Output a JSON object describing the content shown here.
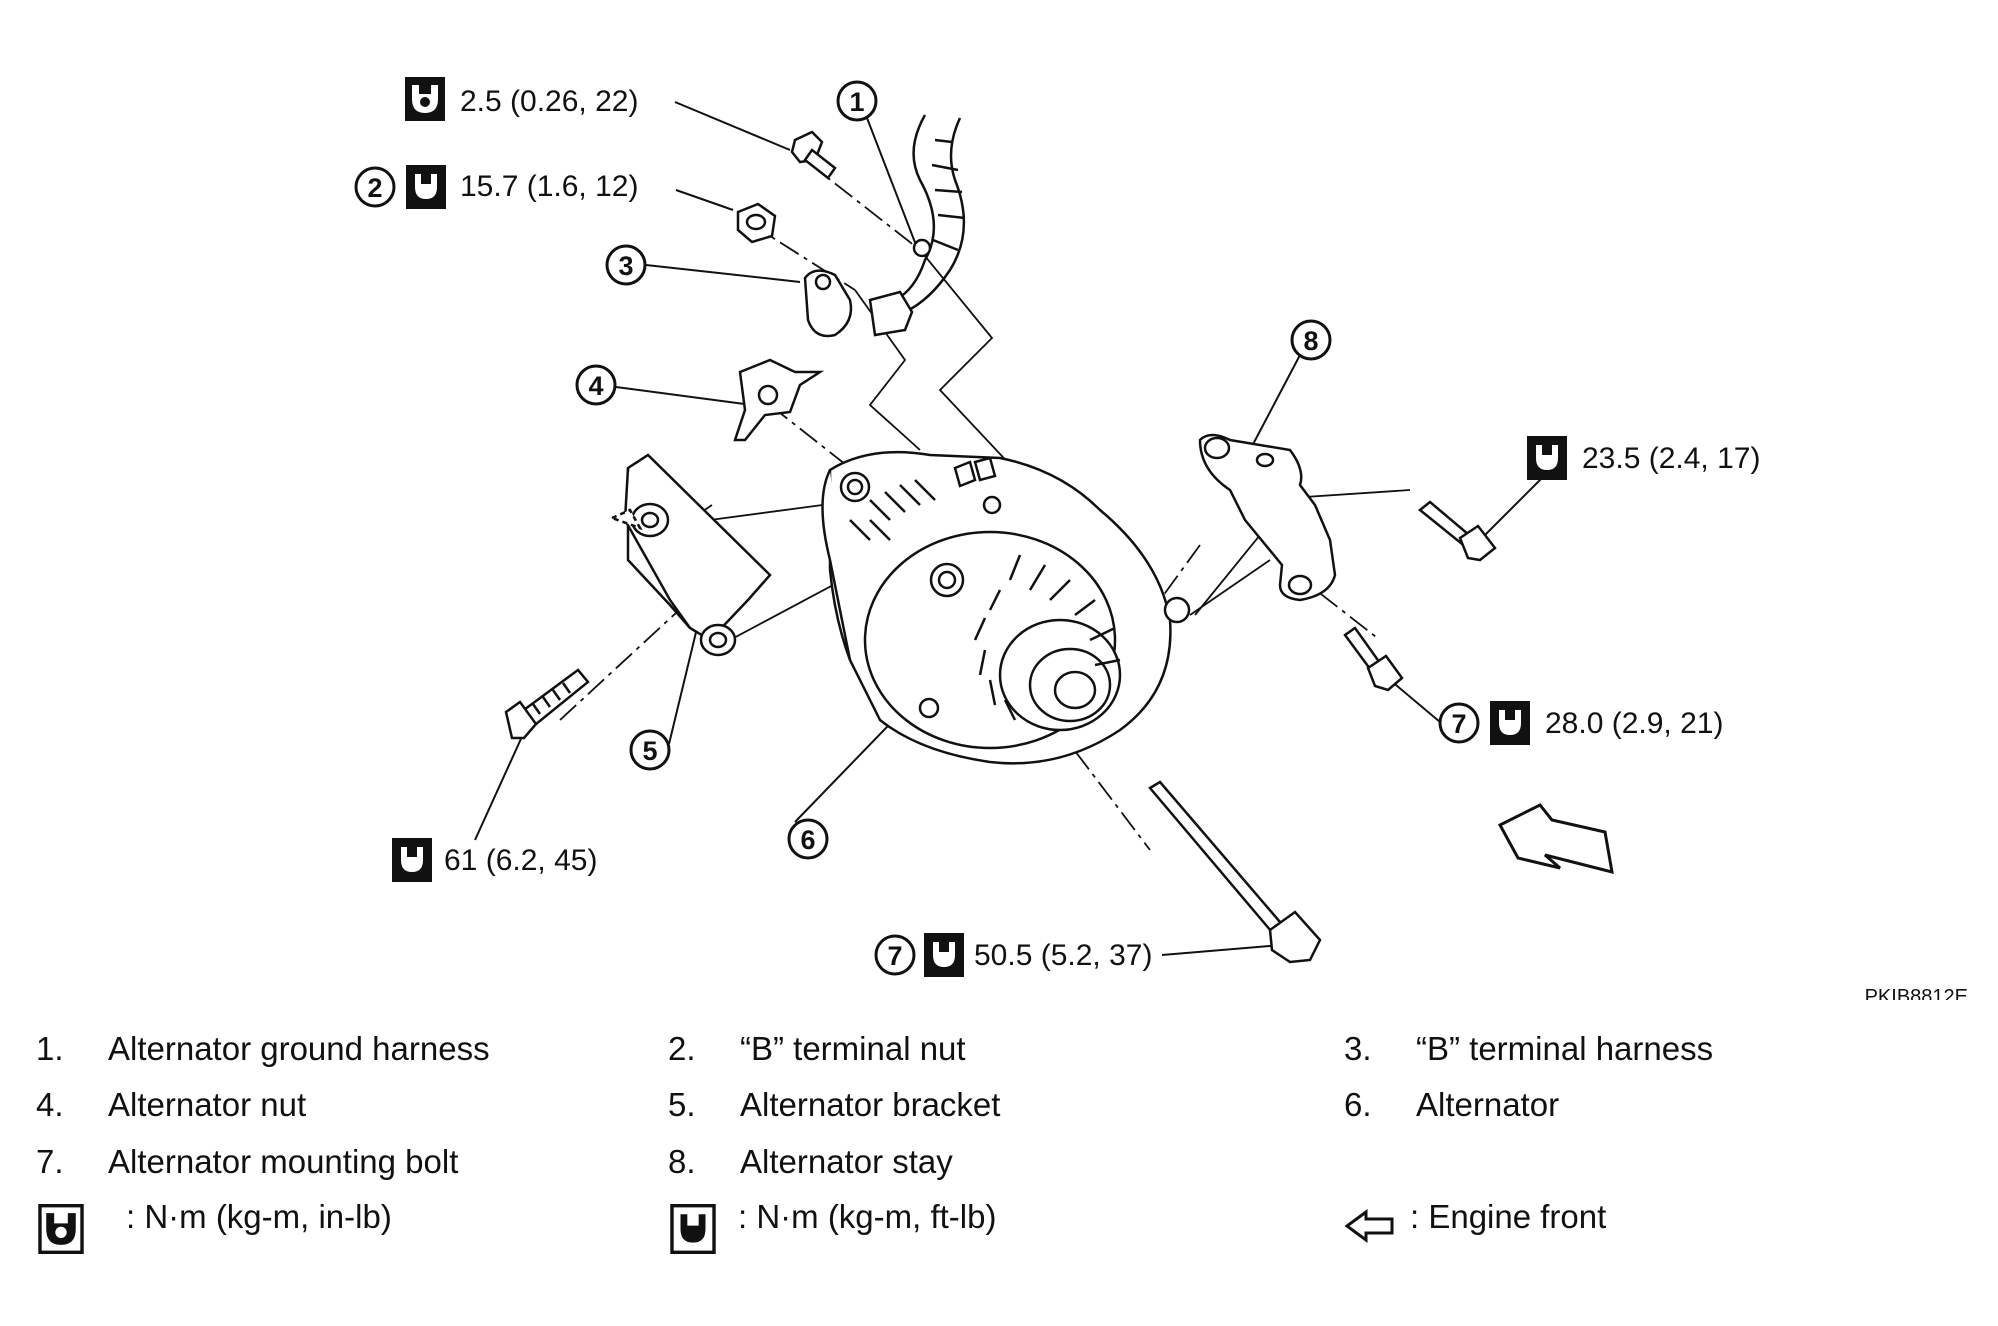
{
  "figure_id": "PKIB8812E",
  "callouts": {
    "c1": "1",
    "c2": "2",
    "c3": "3",
    "c4": "4",
    "c5": "5",
    "c6": "6",
    "c7a": "7",
    "c7b": "7",
    "c8": "8"
  },
  "torques": {
    "ground_harness": "2.5 (0.26, 22)",
    "b_terminal_nut": "15.7 (1.6, 12)",
    "stay_bolt": "23.5 (2.4, 17)",
    "mount_bolt_right": "28.0 (2.9, 21)",
    "bracket_bolt": "61 (6.2, 45)",
    "mount_bolt_bottom": "50.5 (5.2, 37)"
  },
  "parts": [
    {
      "num": "1.",
      "label": "Alternator ground harness"
    },
    {
      "num": "2.",
      "label": "“B” terminal nut"
    },
    {
      "num": "3.",
      "label": "“B” terminal harness"
    },
    {
      "num": "4.",
      "label": "Alternator nut"
    },
    {
      "num": "5.",
      "label": "Alternator bracket"
    },
    {
      "num": "6.",
      "label": "Alternator"
    },
    {
      "num": "7.",
      "label": "Alternator mounting bolt"
    },
    {
      "num": "8.",
      "label": "Alternator stay"
    }
  ],
  "keys": {
    "in_lb": ": N·m (kg-m, in-lb)",
    "ft_lb": ": N·m (kg-m, ft-lb)",
    "engine_front": ": Engine front"
  }
}
